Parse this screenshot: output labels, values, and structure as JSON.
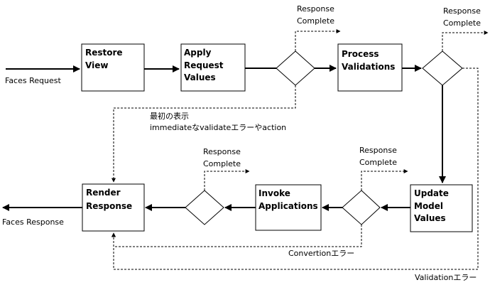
{
  "boxes": {
    "restore_view": [
      "Restore",
      "View"
    ],
    "apply_request_values": [
      "Apply",
      "Request",
      "Values"
    ],
    "process_validations": [
      "Process",
      "Validations"
    ],
    "update_model_values": [
      "Update",
      "Model",
      "Values"
    ],
    "invoke_applications": [
      "Invoke",
      "Applications"
    ],
    "render_response": [
      "Render",
      "Response"
    ]
  },
  "labels": {
    "faces_request": "Faces Request",
    "faces_response": "Faces Response",
    "response_complete_line1": "Response",
    "response_complete_line2": "Complete",
    "initial_display": "最初の表示",
    "immediate_note": "immediateなvalidateエラーやaction",
    "conversion_error": "Convertionエラー",
    "validation_error": "Validationエラー"
  }
}
